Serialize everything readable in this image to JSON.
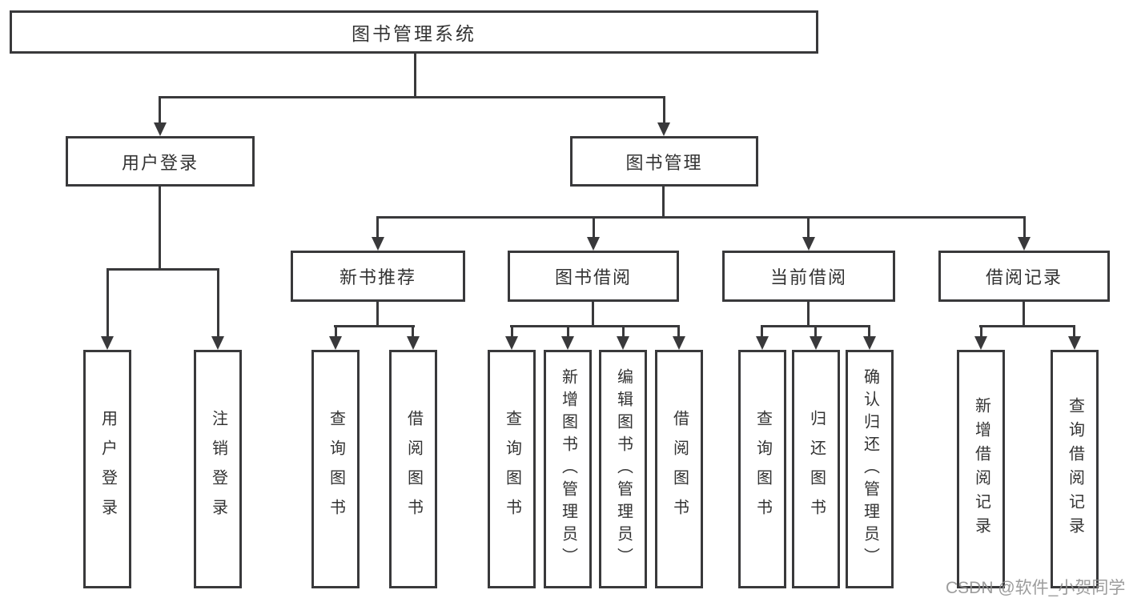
{
  "colors": {
    "line": "#39393b",
    "box_border": "#39393b",
    "box_fill": "#ffffff",
    "text": "#333333",
    "watermark": "#8f8f8f",
    "background": "#ffffff"
  },
  "diagram": {
    "root": {
      "label": "图书管理系统"
    },
    "branches": [
      {
        "label": "用户登录",
        "leaves": [
          {
            "label": "用户登录"
          },
          {
            "label": "注销登录"
          }
        ]
      },
      {
        "label": "图书管理",
        "sections": [
          {
            "label": "新书推荐",
            "leaves": [
              {
                "label": "查询图书"
              },
              {
                "label": "借阅图书"
              }
            ]
          },
          {
            "label": "图书借阅",
            "leaves": [
              {
                "label": "查询图书"
              },
              {
                "label": "新增图书（管理员）"
              },
              {
                "label": "编辑图书（管理员）"
              },
              {
                "label": "借阅图书"
              }
            ]
          },
          {
            "label": "当前借阅",
            "leaves": [
              {
                "label": "查询图书"
              },
              {
                "label": "归还图书"
              },
              {
                "label": "确认归还（管理员）"
              }
            ]
          },
          {
            "label": "借阅记录",
            "leaves": [
              {
                "label": "新增借阅记录"
              },
              {
                "label": "查询借阅记录"
              }
            ]
          }
        ]
      }
    ]
  },
  "watermark": {
    "text": "CSDN @软件_小贺同学"
  }
}
